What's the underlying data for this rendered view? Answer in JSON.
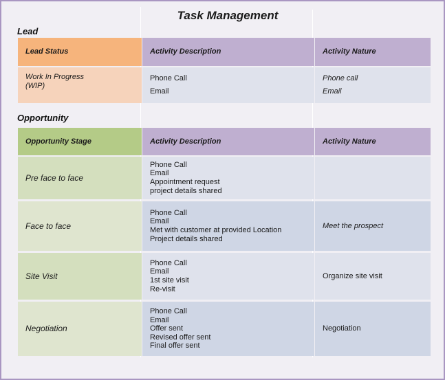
{
  "title": "Task Management",
  "lead": {
    "section_label": "Lead",
    "headers": [
      "Lead Status",
      "Activity Description",
      "Activity Nature"
    ],
    "rows": [
      {
        "status": "Work In Progress\n(WIP)",
        "status_line1": "Work In Progress",
        "status_line2": "(WIP)",
        "description": [
          "Phone Call",
          "Email"
        ],
        "nature": [
          "Phone call",
          "Email"
        ]
      }
    ]
  },
  "opportunity": {
    "section_label": "Opportunity",
    "headers": [
      "Opportunity Stage",
      "Activity Description",
      "Activity Nature"
    ],
    "rows": [
      {
        "stage": "Pre face to face",
        "description": [
          "Phone Call",
          "Email",
          "Appointment request",
          "project details shared"
        ],
        "nature": ""
      },
      {
        "stage": "Face to face",
        "description": [
          "Phone Call",
          "Email",
          "Met with customer at provided Location",
          "Project details shared"
        ],
        "nature": "Meet the prospect"
      },
      {
        "stage": "Site Visit",
        "description": [
          "Phone Call",
          "Email",
          "1st site visit",
          "Re-visit"
        ],
        "nature": "Organize site visit"
      },
      {
        "stage": "Negotiation",
        "description": [
          "Phone Call",
          "Email",
          "Offer sent",
          "Revised offer sent",
          "Final offer sent"
        ],
        "nature": "Negotiation"
      }
    ]
  },
  "colors": {
    "background": "#f1eff4",
    "frame_border": "#a996c1",
    "lead_header": "#f6b47c",
    "lead_body": "#f6d3bb",
    "purple_header": "#bfafd0",
    "green_header": "#b4cb87",
    "green_body_a": "#d4dfbe",
    "green_body_b": "#dfe5cf",
    "body_light": "#dfe2ec",
    "body_dark": "#cfd6e5"
  }
}
